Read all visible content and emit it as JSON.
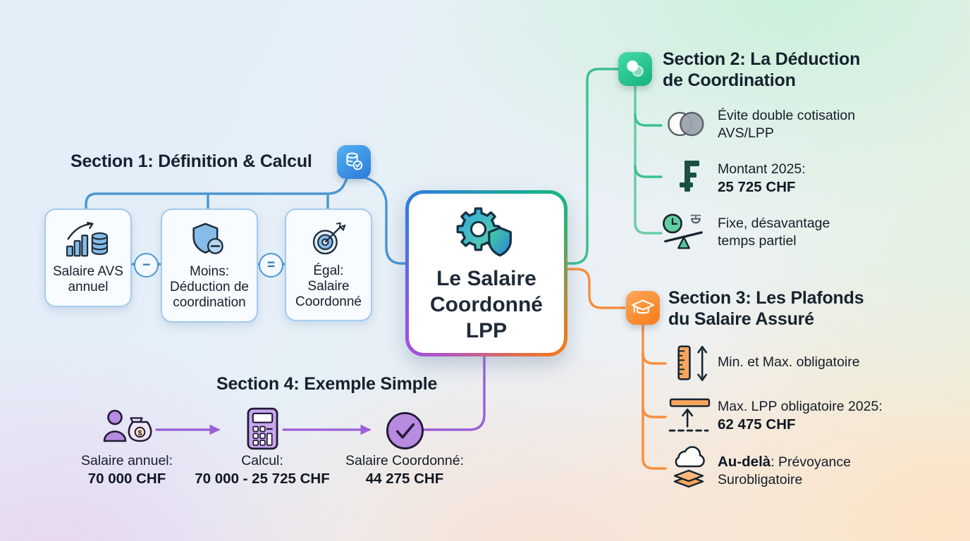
{
  "meta": {
    "type": "mind-map-infographic",
    "language": "fr"
  },
  "palette": {
    "blue_connector": "#4a97d2",
    "green_connector": "#3cc08e",
    "orange_connector": "#f68e3e",
    "purple_connector": "#9b5fd6",
    "title_text": "#16222e",
    "franc_symbol": "#1b4f46"
  },
  "center": {
    "line1": "Le Salaire",
    "line2": "Coordonné",
    "line3": "LPP",
    "icon": "gear-shield-icon"
  },
  "section1": {
    "title": "Section 1: Définition & Calcul",
    "icon": "coins-check-icon",
    "boxes": [
      {
        "icon": "growth-chart-coins-icon",
        "line1": "Salaire AVS",
        "line2": "annuel"
      },
      {
        "icon": "shield-minus-icon",
        "line1": "Moins:",
        "line2": "Déduction de",
        "line3": "coordination"
      },
      {
        "icon": "target-dart-icon",
        "line1": "Égal:",
        "line2": "Salaire",
        "line3": "Coordonné"
      }
    ],
    "operators": {
      "minus": "−",
      "equals": "="
    }
  },
  "section2": {
    "title_line1": "Section 2: La Déduction",
    "title_line2": "de Coordination",
    "icon": "overlap-circles-icon",
    "items": [
      {
        "icon": "venn-diagram-icon",
        "line1": "Évite double cotisation",
        "line2": "AVS/LPP"
      },
      {
        "icon": "swiss-franc-icon",
        "line1": "Montant 2025:",
        "value": "25 725 CHF"
      },
      {
        "icon": "clock-balance-icon",
        "line1": "Fixe, désavantage",
        "line2": "temps partiel"
      }
    ]
  },
  "section3": {
    "title_line1": "Section 3: Les Plafonds",
    "title_line2": "du Salaire Assuré",
    "icon": "graduation-cap-icon",
    "items": [
      {
        "icon": "ruler-range-icon",
        "line1": "Min. et Max. obligatoire"
      },
      {
        "icon": "ceiling-arrow-icon",
        "line1": "Max. LPP obligatoire 2025:",
        "value": "62 475 CHF"
      },
      {
        "icon": "cloud-layers-icon",
        "bold": "Au-delà",
        "rest": ": Prévoyance",
        "line2": "Surobligatoire"
      }
    ]
  },
  "section4": {
    "title": "Section 4: Exemple Simple",
    "steps": [
      {
        "icon": "person-moneybag-icon",
        "label": "Salaire annuel:",
        "value": "70 000 CHF"
      },
      {
        "icon": "calculator-icon",
        "label": "Calcul:",
        "value": "70 000 - 25 725 CHF"
      },
      {
        "icon": "check-circle-icon",
        "label": "Salaire Coordonné:",
        "value": "44 275 CHF"
      }
    ]
  }
}
